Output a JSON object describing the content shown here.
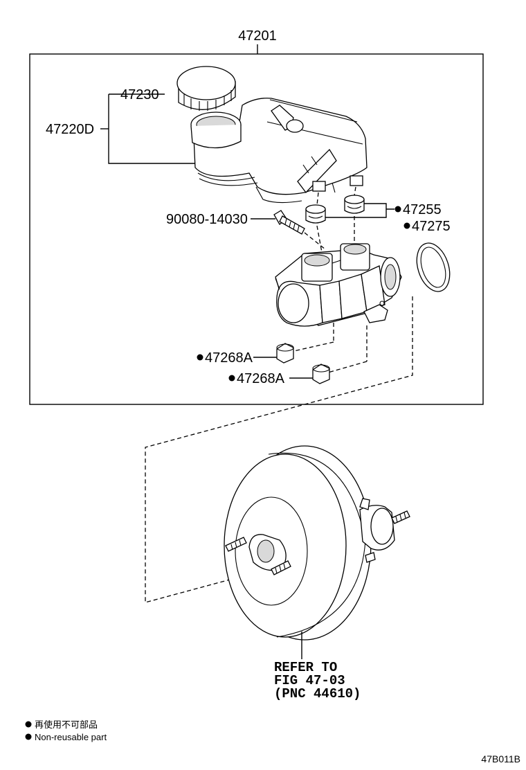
{
  "assembly_number": "47201",
  "part_labels": {
    "cap": "47230",
    "reservoir": "47220D",
    "bolt": "90080-14030",
    "grommet": "47255",
    "oring": "47275",
    "plug_upper": "47268A",
    "plug_lower": "47268A"
  },
  "reference_note": {
    "line1": "REFER TO",
    "line2": "FIG 47-03",
    "line3": "(PNC 44610)"
  },
  "legend": {
    "japanese": "再使用不可部品",
    "english": "Non-reusable part"
  },
  "figure_id": "47B011B"
}
